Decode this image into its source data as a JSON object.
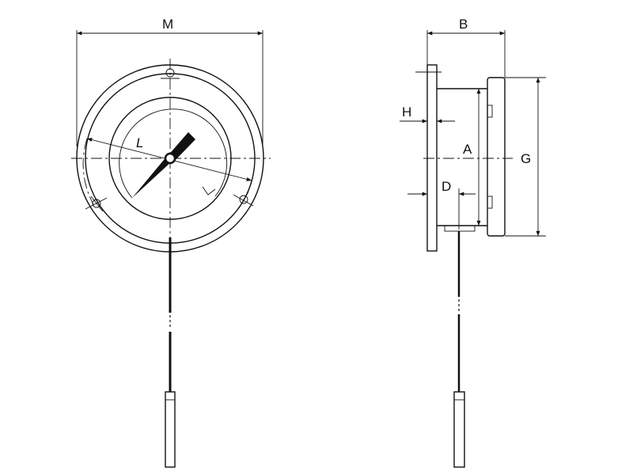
{
  "front_view": {
    "dimension_labels": {
      "outer_diameter": "M",
      "mounting_hole_circle": "L"
    }
  },
  "side_view": {
    "dimension_labels": {
      "depth": "B",
      "flange_thickness": "H",
      "case_diameter": "A",
      "connection_offset": "D",
      "bezel_diameter": "G"
    }
  }
}
